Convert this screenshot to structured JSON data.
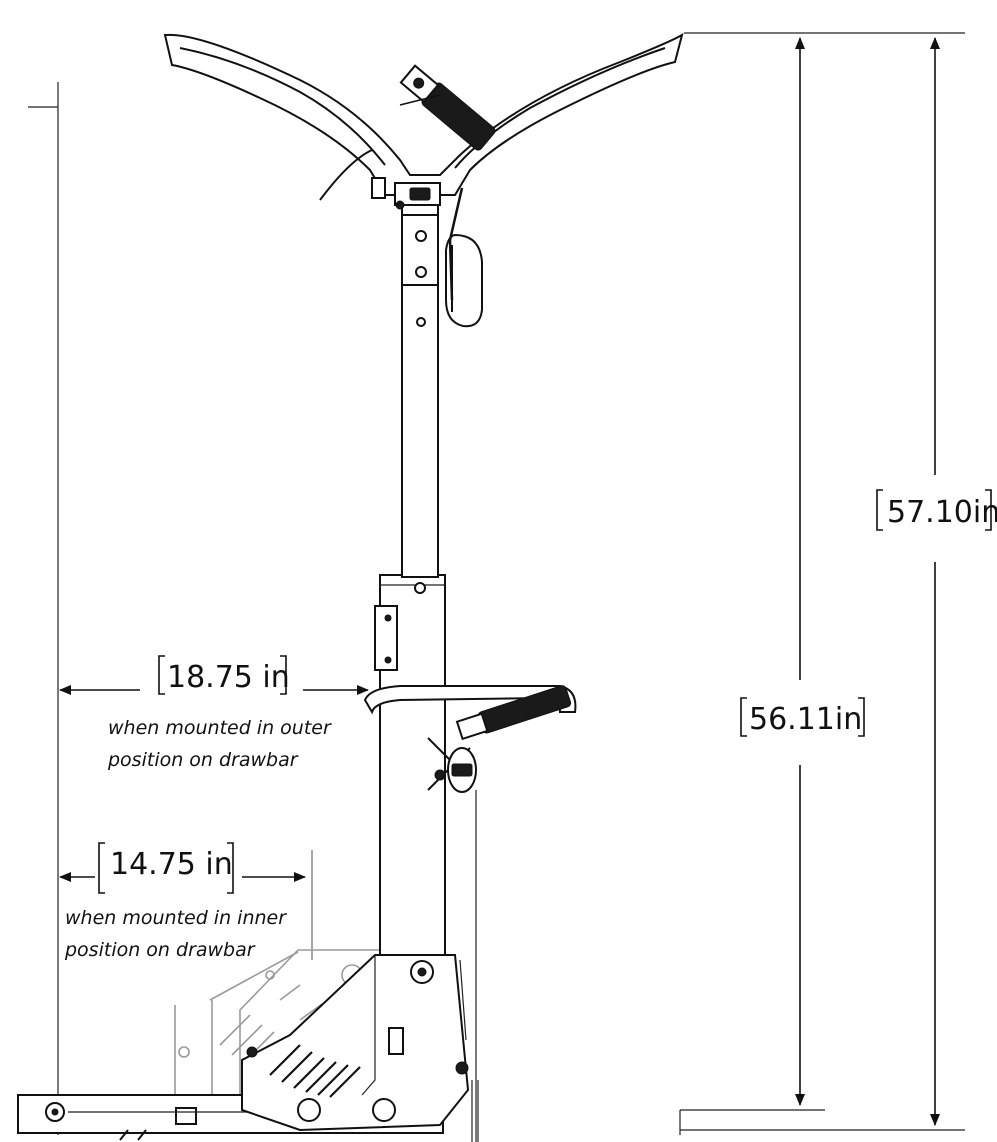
{
  "dimensions": {
    "overall_height": "57.10in",
    "mount_height": "56.11in",
    "outer_reach": "18.75 in",
    "inner_reach": "14.75 in"
  },
  "notes": {
    "outer_line1": "when mounted in outer",
    "outer_line2": "position on drawbar",
    "inner_line1": "when mounted in inner",
    "inner_line2": "position on drawbar"
  }
}
